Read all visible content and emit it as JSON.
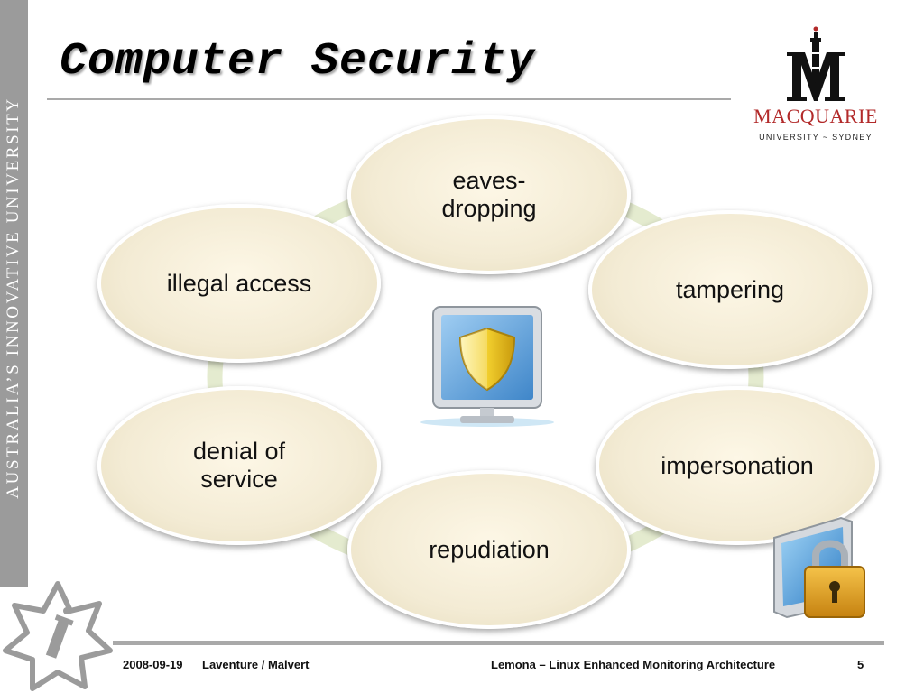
{
  "sidebar": {
    "text": "AUSTRALIA’S INNOVATIVE UNIVERSITY"
  },
  "slide": {
    "title": "Computer Security"
  },
  "logo": {
    "name": "MACQUARIE",
    "subtitle": "UNIVERSITY ~ SYDNEY"
  },
  "threats": [
    {
      "label": "eaves-\ndropping"
    },
    {
      "label": "tampering"
    },
    {
      "label": "impersonation"
    },
    {
      "label": "repudiation"
    },
    {
      "label": "denial of\nservice"
    },
    {
      "label": "illegal access"
    }
  ],
  "footer": {
    "date": "2008-09-19",
    "authors": "Laventure / Malvert",
    "project": "Lemona – Linux Enhanced Monitoring Architecture",
    "page": "5"
  },
  "icons": [
    "shield-monitor-icon",
    "padlock-monitor-icon",
    "university-star-icon",
    "macquarie-m-icon"
  ]
}
